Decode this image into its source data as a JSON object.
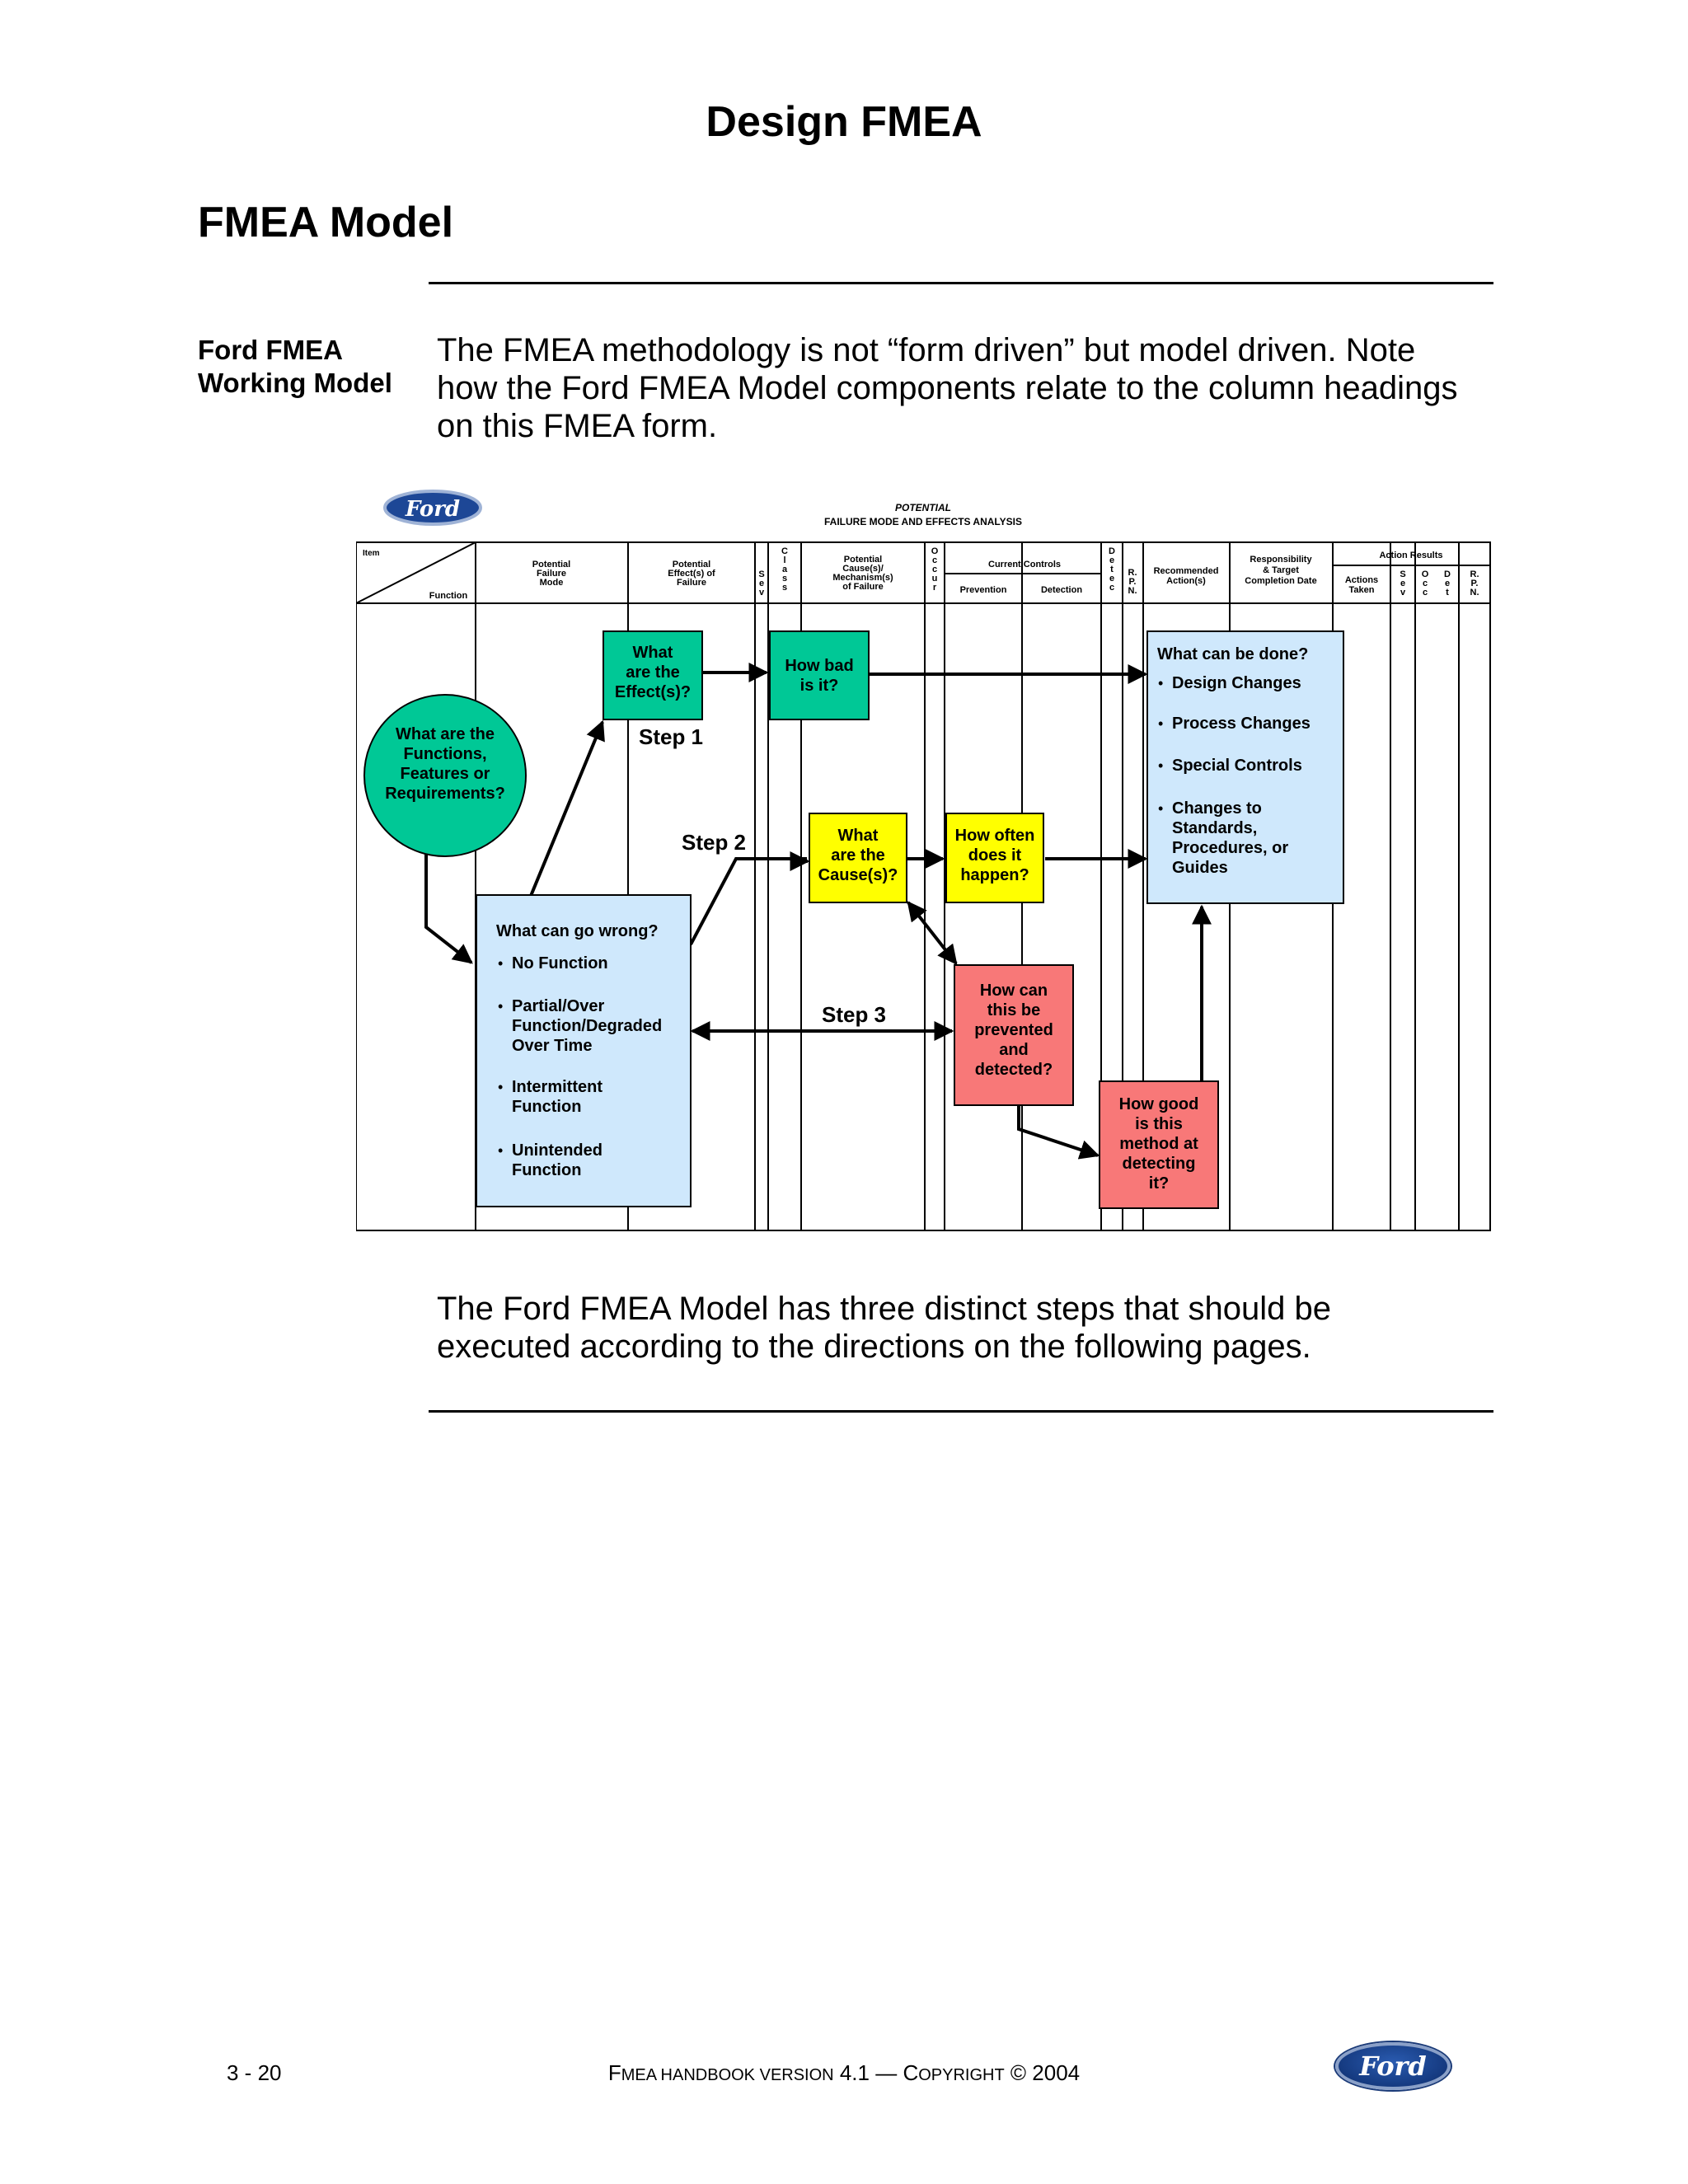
{
  "header": {
    "title": "Design FMEA"
  },
  "section": {
    "title": "FMEA Model"
  },
  "side_label": {
    "line1": "Ford FMEA",
    "line2": "Working Model"
  },
  "intro": {
    "line1": "The FMEA methodology is not “form driven” but model driven.  Note",
    "line2": "how the Ford FMEA Model components relate to the column headings",
    "line3": "on this FMEA form."
  },
  "logo_text": "Ford",
  "form": {
    "title_line1": "POTENTIAL",
    "title_line2": "FAILURE MODE AND EFFECTS ANALYSIS",
    "item": "Item",
    "function": "Function",
    "failure_mode": [
      "Potential",
      "Failure",
      "Mode"
    ],
    "effects": [
      "Potential",
      "Effect(s) of",
      "Failure"
    ],
    "sev": [
      "S",
      "e",
      "v"
    ],
    "class": [
      "C",
      "l",
      "a",
      "s",
      "s"
    ],
    "causes": [
      "Potential",
      "Cause(s)/",
      "Mechanism(s)",
      "of Failure"
    ],
    "occur": [
      "O",
      "c",
      "c",
      "u",
      "r"
    ],
    "current_controls": "Current Controls",
    "prevention": "Prevention",
    "detection": "Detection",
    "detec": [
      "D",
      "e",
      "t",
      "e",
      "c"
    ],
    "rpn": [
      "R.",
      "P.",
      "N."
    ],
    "recommended": [
      "Recommended",
      "Action(s)"
    ],
    "responsibility": [
      "Responsibility",
      "& Target",
      "Completion Date"
    ],
    "action_results": "Action Results",
    "actions_taken": [
      "Actions",
      "Taken"
    ],
    "ar_sev": [
      "S",
      "e",
      "v"
    ],
    "ar_occ": [
      "O",
      "c",
      "c"
    ],
    "ar_det": [
      "D",
      "e",
      "t"
    ],
    "ar_rpn": [
      "R.",
      "P.",
      "N."
    ]
  },
  "model": {
    "functions": [
      "What are the",
      "Functions,",
      "Features or",
      "Requirements?"
    ],
    "effects": [
      "What",
      "are the",
      "Effect(s)?"
    ],
    "severity": [
      "How bad",
      "is it?"
    ],
    "causes": [
      "What",
      "are the",
      "Cause(s)?"
    ],
    "occurrence": [
      "How often",
      "does it",
      "happen?"
    ],
    "wrong_title": "What can go wrong?",
    "wrong_items": [
      [
        "No Function"
      ],
      [
        "Partial/Over",
        "Function/Degraded",
        "Over Time"
      ],
      [
        "Intermittent",
        "Function"
      ],
      [
        "Unintended",
        "Function"
      ]
    ],
    "prevent": [
      "How can",
      "this be",
      "prevented",
      "and",
      "detected?"
    ],
    "detect": [
      "How good",
      "is this",
      "method at",
      "detecting",
      "it?"
    ],
    "done_title": "What can be done?",
    "done_items": [
      [
        "Design Changes"
      ],
      [
        "Process Changes"
      ],
      [
        "Special Controls"
      ],
      [
        "Changes to",
        "Standards,",
        "Procedures, or",
        "Guides"
      ]
    ],
    "step1": "Step 1",
    "step2": "Step 2",
    "step3": "Step 3",
    "colors": {
      "green": "#00c896",
      "yellow": "#ffff00",
      "red": "#f87878",
      "blue": "#cfe8fc"
    }
  },
  "outro": {
    "line1": "The Ford FMEA Model has three distinct steps that should be",
    "line2": "executed according to the directions on the following pages."
  },
  "footer": {
    "page": "3 - 20",
    "f": "F",
    "mea_handbook": "MEA H",
    "andbook": "ANDBOOK",
    "v": " V",
    "ersion": "ERSION",
    "ver_num": " 4.1 — ",
    "c": "C",
    "opyright": "OPYRIGHT",
    "year": " © 2004"
  }
}
